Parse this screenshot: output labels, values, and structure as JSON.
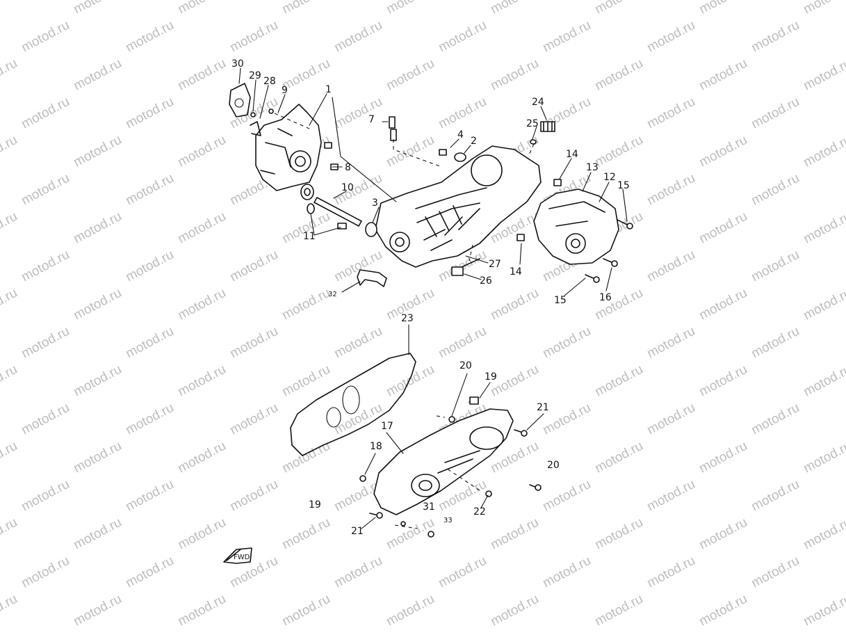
{
  "watermark": "motod.ru",
  "fwd_label": "FWD",
  "callouts": [
    {
      "id": "c30",
      "text": "30"
    },
    {
      "id": "c29",
      "text": "29"
    },
    {
      "id": "c28",
      "text": "28"
    },
    {
      "id": "c9",
      "text": "9"
    },
    {
      "id": "c1",
      "text": "1"
    },
    {
      "id": "c8",
      "text": "8"
    },
    {
      "id": "c10",
      "text": "10"
    },
    {
      "id": "c11",
      "text": "11"
    },
    {
      "id": "c7",
      "text": "7"
    },
    {
      "id": "c4",
      "text": "4"
    },
    {
      "id": "c2",
      "text": "2"
    },
    {
      "id": "c3",
      "text": "3"
    },
    {
      "id": "c24",
      "text": "24"
    },
    {
      "id": "c25",
      "text": "25"
    },
    {
      "id": "c14a",
      "text": "14"
    },
    {
      "id": "c13",
      "text": "13"
    },
    {
      "id": "c12",
      "text": "12"
    },
    {
      "id": "c15a",
      "text": "15"
    },
    {
      "id": "c27",
      "text": "27"
    },
    {
      "id": "c26",
      "text": "26"
    },
    {
      "id": "c14b",
      "text": "14"
    },
    {
      "id": "c15b",
      "text": "15"
    },
    {
      "id": "c16",
      "text": "16"
    },
    {
      "id": "c32",
      "text": "32"
    },
    {
      "id": "c23",
      "text": "23"
    },
    {
      "id": "c20a",
      "text": "20"
    },
    {
      "id": "c19a",
      "text": "19"
    },
    {
      "id": "c21a",
      "text": "21"
    },
    {
      "id": "c17",
      "text": "17"
    },
    {
      "id": "c18",
      "text": "18"
    },
    {
      "id": "c20b",
      "text": "20"
    },
    {
      "id": "c19b",
      "text": "19"
    },
    {
      "id": "c31",
      "text": "31"
    },
    {
      "id": "c22",
      "text": "22"
    },
    {
      "id": "c33",
      "text": "33"
    },
    {
      "id": "c21b",
      "text": "21"
    }
  ]
}
